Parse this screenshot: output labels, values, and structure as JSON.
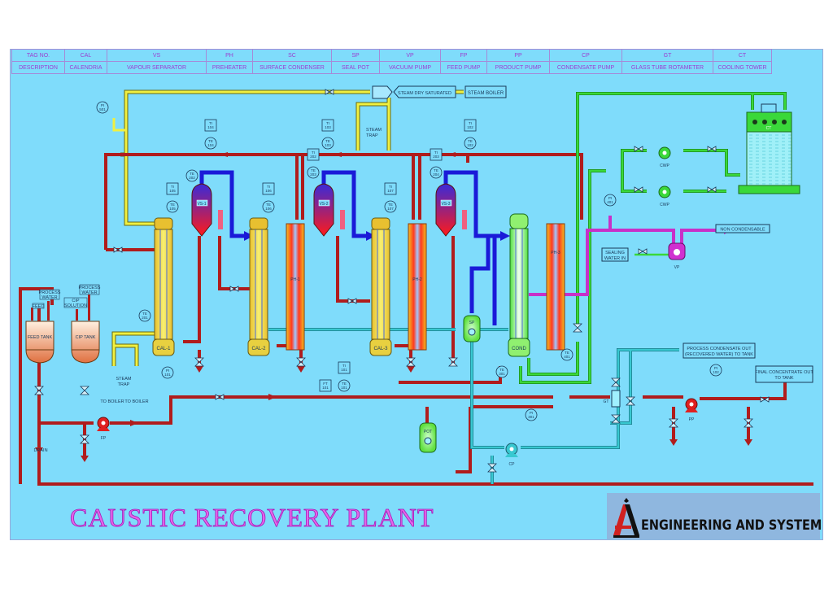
{
  "title": "CAUSTIC RECOVERY PLANT",
  "company": "ENGINEERING AND SYSTEM",
  "legend": {
    "tag_header": "TAG NO.",
    "desc_header": "DESCRIPTION",
    "tags": [
      "CAL",
      "VS",
      "PH",
      "SC",
      "SP",
      "VP",
      "FP",
      "PP",
      "CP",
      "GT",
      "CT"
    ],
    "descriptions": [
      "CALENDRIA",
      "VAPOUR SEPARATOR",
      "PREHEATER",
      "SURFACE CONDENSER",
      "SEAL POT",
      "VACUUM PUMP",
      "FEED PUMP",
      "PRODUCT PUMP",
      "CONDENSATE PUMP",
      "GLASS TUBE ROTAMETER",
      "COOLING TOWER"
    ]
  },
  "colors": {
    "background": "#7fdcfb",
    "product_line": "#b01c1c",
    "steam_line": "#f0f040",
    "vapour_line": "#1a1ad8",
    "cooling_water_line": "#3ad83a",
    "condensate_line": "#38c8d0",
    "vacuum_line": "#c830c8",
    "title": "#e566e8"
  },
  "labels": {
    "steam_boiler": "STEAM BOILER",
    "steam_dry_saturated": "STEAM DRY SATURATED",
    "steam_trap": "STEAM\nTRAP",
    "steam_trap_line1": "STEAM",
    "steam_trap_line2": "TRAP",
    "feed": "FEED",
    "process_water_1": "PROCESS",
    "process_water_2": "WATER",
    "cip_solution_1": "CIP",
    "cip_solution_2": "SOLUTION",
    "feed_tank": "FEED TANK",
    "cip_tank": "CIP TANK",
    "drain": "DRAIN",
    "to_boiler": "TO BOILER",
    "non_condensable": "NON CONDENSABLE",
    "sealing_water_1": "SEALING",
    "sealing_water_2": "WATER IN",
    "process_condensate_1": "PROCESS CONDENSATE OUT",
    "process_condensate_2": "(RECOVERED WATER) TO TANK",
    "final_concentrate_1": "FINAL CONCENTRATE OUT",
    "final_concentrate_2": "TO TANK"
  },
  "equipment": {
    "cal1": "CAL-1",
    "cal2": "CAL-2",
    "cal3": "CAL-3",
    "vs1": "VS-1",
    "vs2": "VS-2",
    "vs3": "VS-3",
    "ph1": "PH-1",
    "ph2": "PH-2",
    "ph3": "PH-3",
    "cond": "COND",
    "sp": "SP",
    "pot": "POT",
    "fp": "FP",
    "pp": "PP",
    "cp": "CP",
    "vp": "VP",
    "cwp1": "CWP",
    "cwp2": "CWP",
    "gt": "GT",
    "ct": "CT"
  },
  "instruments": {
    "pi_steam": [
      "PI",
      "501"
    ],
    "pi101": [
      "PI",
      "101"
    ],
    "pi102": [
      "PI",
      "102"
    ],
    "pi301": [
      "PI",
      "301"
    ],
    "pi401": [
      "PI",
      "401"
    ],
    "ti104": [
      "TI",
      "104"
    ],
    "te104": [
      "TE",
      "104"
    ],
    "ti103": [
      "TI",
      "103"
    ],
    "te103": [
      "TE",
      "103"
    ],
    "ti102": [
      "TI",
      "102"
    ],
    "te102": [
      "TE",
      "102"
    ],
    "ti105": [
      "TI",
      "105"
    ],
    "te105": [
      "TE",
      "105"
    ],
    "ti106": [
      "TI",
      "106"
    ],
    "te106": [
      "TE",
      "106"
    ],
    "ti107": [
      "TI",
      "107"
    ],
    "te107": [
      "TE",
      "107"
    ],
    "te202": [
      "TE",
      "202"
    ],
    "te203": [
      "TE",
      "203"
    ],
    "te204": [
      "TE",
      "204"
    ],
    "ti202": [
      "TI",
      "202"
    ],
    "ti203": [
      "TI",
      "203"
    ],
    "te201": [
      "TE",
      "201"
    ],
    "ft101": [
      "FT",
      "101"
    ],
    "ti101": [
      "TI",
      "101"
    ],
    "te101": [
      "TE",
      "101"
    ],
    "te301": [
      "TE",
      "301"
    ],
    "te401": [
      "TE",
      "401"
    ]
  }
}
